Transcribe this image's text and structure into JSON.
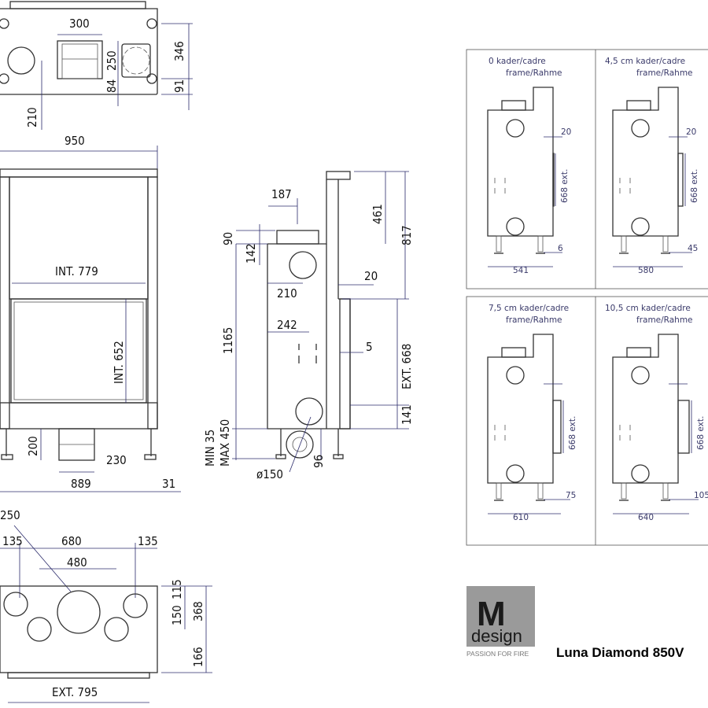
{
  "top_view": {
    "d300": "300",
    "d250": "250",
    "d84": "84",
    "d346": "346",
    "d91": "91",
    "d210": "210"
  },
  "front_view": {
    "d950": "950",
    "int_width": "INT. 779",
    "int_height": "INT. 652",
    "d200": "200",
    "d230": "230",
    "d889": "889",
    "d31": "31"
  },
  "side_view": {
    "d187": "187",
    "d461": "461",
    "d817": "817",
    "d90": "90",
    "d142": "142",
    "d210": "210",
    "d20": "20",
    "d242": "242",
    "d5": "5",
    "d1165": "1165",
    "ext_height": "EXT. 668",
    "d141": "141",
    "min": "MIN 35",
    "max": "MAX 450",
    "diameter": "ø150",
    "d96": "96"
  },
  "bottom_view": {
    "d250": "250",
    "d135a": "135",
    "d680": "680",
    "d135b": "135",
    "d480": "480",
    "d115": "115",
    "d150": "150",
    "d368": "368",
    "d166": "166",
    "ext_width": "EXT. 795"
  },
  "frame_panels": [
    {
      "line1": "0  kader/cadre",
      "line2": "frame/Rahme",
      "offset": "20",
      "ext": "668 ext.",
      "side": "6",
      "width": "541"
    },
    {
      "line1": "4,5 cm  kader/cadre",
      "line2": "frame/Rahme",
      "offset": "20",
      "ext": "668 ext.",
      "side": "45",
      "width": "580"
    },
    {
      "line1": "7,5 cm kader/cadre",
      "line2": "frame/Rahme",
      "offset": "",
      "ext": "668 ext.",
      "side": "75",
      "width": "610"
    },
    {
      "line1": "10,5 cm kader/cadre",
      "line2": "frame/Rahme",
      "offset": "",
      "ext": "668 ext.",
      "side": "105",
      "width": "640"
    }
  ],
  "logo": {
    "m": "M",
    "design": "design",
    "tagline": "PASSION FOR FIRE",
    "bg_color": "#9a9a9a"
  },
  "product_title": "Luna Diamond 850V"
}
